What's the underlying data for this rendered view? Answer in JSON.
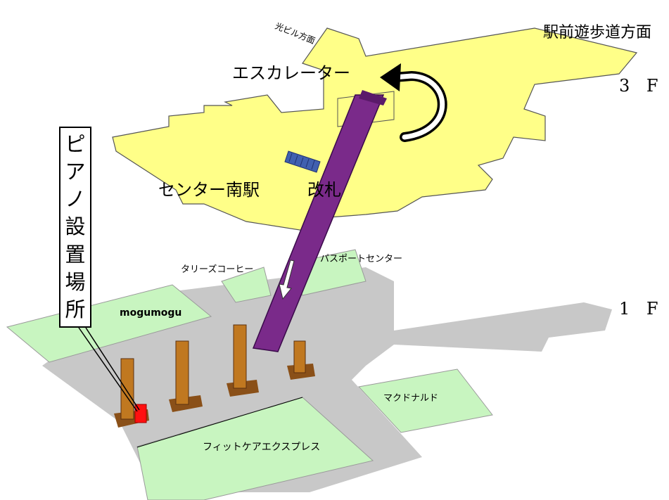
{
  "labels": {
    "station_ekimae": "駅前遊歩道方面",
    "hikari_building": "光ビル方面",
    "escalator": "エスカレーター",
    "floor_3": "3 F",
    "floor_1": "1 F",
    "station_name": "センター南駅",
    "ticket_gate": "改札",
    "tullys": "タリーズコーヒー",
    "passport_center": "パスポートセンター",
    "mogumogu": "mogumogu",
    "mcdonalds": "マクドナルド",
    "fitcare": "フィットケアエクスプレス"
  },
  "callout": {
    "chars": [
      "ピ",
      "ア",
      "ノ",
      "設",
      "置",
      "場",
      "所"
    ]
  },
  "colors": {
    "concourse_yellow": "#ffff88",
    "shop_green": "#c8f5c0",
    "floor_gray": "#c8c8c8",
    "escalator_purple": "#7a2a8a",
    "pillar_brown": "#c07820",
    "piano_red": "#ff1010"
  }
}
